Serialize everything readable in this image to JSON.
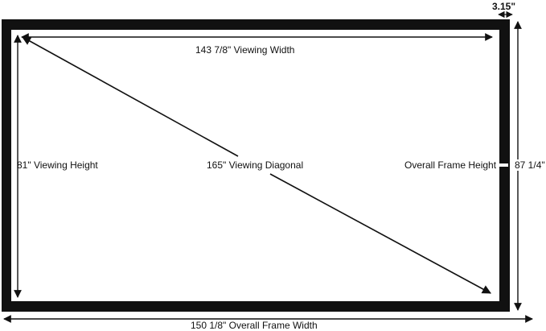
{
  "diagram": {
    "frame_thickness": "3.15\"",
    "viewing_width": "143 7/8\" Viewing Width",
    "viewing_height": "81\" Viewing Height",
    "viewing_diagonal": "165\" Viewing Diagonal",
    "overall_frame_height_label": "Overall Frame Height",
    "overall_frame_height_value": "87 1/4\"",
    "overall_frame_width": "150 1/8\" Overall Frame Width"
  },
  "colors": {
    "frame": "#111111",
    "screen": "#ffffff",
    "line": "#111111"
  }
}
